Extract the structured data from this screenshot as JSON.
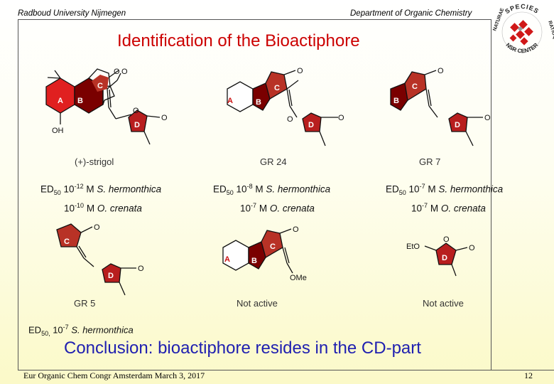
{
  "header": {
    "left": "Radboud University Nijmegen",
    "right": "Department of Organic Chemistry"
  },
  "logo": {
    "arc_top": "SPECIES",
    "arc_left": "NATURAE",
    "arc_right": "RATIOQUE",
    "arc_bottom": "NSR CENTER"
  },
  "title": "Identification of the Bioactiphore",
  "compounds": [
    {
      "name": "(+)-strigol",
      "ed_label": "ED",
      "ed_sub": "50",
      "line1_base": "10",
      "line1_exp": "-12",
      "line1_unit": "M",
      "line1_species": "S. hermonthica",
      "line2_base": "10",
      "line2_exp": "-10",
      "line2_unit": "M",
      "line2_species": "O. crenata"
    },
    {
      "name": "GR 24",
      "ed_label": "ED",
      "ed_sub": "50",
      "line1_base": "10",
      "line1_exp": "-8",
      "line1_unit": "M",
      "line1_species": "S. hermonthica",
      "line2_base": "10",
      "line2_exp": "-7",
      "line2_unit": "M",
      "line2_species": "O. crenata"
    },
    {
      "name": "GR 7",
      "ed_label": "ED",
      "ed_sub": "50",
      "line1_base": "10",
      "line1_exp": "-7",
      "line1_unit": "M",
      "line1_species": "S. hermonthica",
      "line2_base": "10",
      "line2_exp": "-7",
      "line2_unit": "M",
      "line2_species": "O. crenata"
    },
    {
      "name": "GR 5",
      "ed_label": "ED",
      "ed_sub": "50,",
      "line1_base": "10",
      "line1_exp": "-7",
      "line1_unit": "",
      "line1_species": "S. hermonthica"
    },
    {
      "name": "Not active"
    },
    {
      "name": "Not active"
    }
  ],
  "atoms": {
    "O": "O",
    "OH": "OH",
    "OMe": "OMe",
    "EtO": "EtO"
  },
  "ring_labels": {
    "A": "A",
    "B": "B",
    "C": "C",
    "D": "D"
  },
  "colors": {
    "ring_A": "#cc1111",
    "ring_B": "#7a0000",
    "ring_C": "#b83226",
    "ring_D": "#b81e1e",
    "title": "#cc0000",
    "conclusion": "#1f1fb0"
  },
  "conclusion": "Conclusion: bioactiphore resides in the CD-part",
  "footer": {
    "left": "Eur Organic Chem Congr Amsterdam  March 3, 2017",
    "page": "12"
  }
}
